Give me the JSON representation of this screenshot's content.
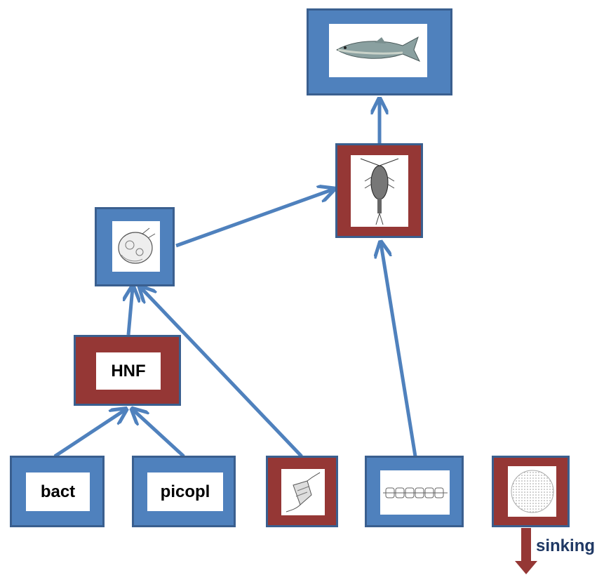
{
  "nodes": {
    "fish": {
      "color": "blue",
      "icon": "fish-icon"
    },
    "copepod": {
      "color": "red",
      "icon": "copepod-icon"
    },
    "ciliate": {
      "color": "blue",
      "icon": "ciliate-icon"
    },
    "hnf": {
      "color": "red",
      "label": "HNF"
    },
    "bact": {
      "color": "blue",
      "label": "bact"
    },
    "picopl": {
      "color": "blue",
      "label": "picopl"
    },
    "dinoflagellate": {
      "color": "red",
      "icon": "dinoflagellate-icon"
    },
    "diatom_chain": {
      "color": "blue",
      "icon": "diatom-chain-icon"
    },
    "coccolith": {
      "color": "red",
      "icon": "spherical-cell-icon"
    }
  },
  "sinking": {
    "label": "sinking"
  },
  "colors": {
    "blue": "#4f81bd",
    "red": "#953735",
    "arrow": "#4f81bd",
    "sink_arrow": "#953735"
  }
}
